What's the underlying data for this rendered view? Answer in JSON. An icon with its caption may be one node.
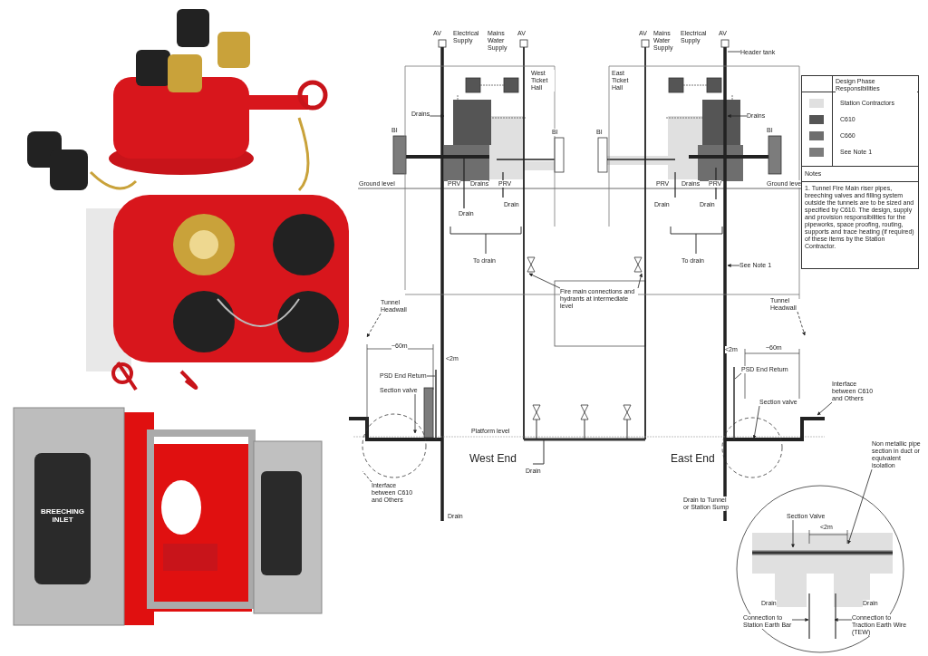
{
  "diagram": {
    "nodes": [
      {
        "text": [
          "Drains"
        ]
      },
      {
        "text": [
          "Drains"
        ]
      },
      {
        "text": [
          "Header tank"
        ]
      },
      {
        "text": [
          "See Note 1"
        ]
      },
      {
        "text": [
          "Fire main connections and hydrants at intermediate level"
        ]
      },
      {
        "text": [
          "Tunnel Headwall"
        ]
      },
      {
        "text": [
          "PSD End Return"
        ]
      },
      {
        "text": [
          "Section valve"
        ]
      },
      {
        "text": [
          "Interface between C610 and Others"
        ]
      },
      {
        "text": [
          "Tunnel Headwall"
        ]
      },
      {
        "text": [
          "PSD End Return"
        ]
      },
      {
        "text": [
          "Interface between C610 and Others"
        ]
      },
      {
        "text": [
          "Section valve"
        ]
      },
      {
        "text": [
          "Non metallic pipe section in duct or equivalent isolation"
        ]
      },
      {
        "text": [
          "Section Valve"
        ]
      },
      {
        "text": [
          "Connection to Station Earth Bar"
        ]
      },
      {
        "text": [
          "Connection to Traction Earth Wire (TEW)"
        ]
      },
      {
        "text": [
          "Design Phase Responsibilities",
          "Notes",
          "1. Tunnel Fire Main riser pipes, breeching valves and filling system outside the tunnels are to be sized and specified by C610. The design, supply and provision responsibilities for the pipeworks, space proofing, routing, supports and trace heating (if required) of these items by the Station Contractor."
        ]
      }
    ],
    "edges": [
      {
        "from": 0,
        "to": null,
        "arrow": "to"
      },
      {
        "from": 1,
        "to": null,
        "arrow": "to"
      },
      {
        "from": 2,
        "to": null,
        "arrow": "none"
      },
      {
        "from": 3,
        "to": null,
        "arrow": "to"
      },
      {
        "from": 4,
        "to": null,
        "arrow": "to"
      },
      {
        "from": 4,
        "to": null,
        "arrow": "to"
      },
      {
        "from": 5,
        "to": null,
        "arrow": "to",
        "style": "dashed"
      },
      {
        "from": 6,
        "to": null,
        "arrow": "none"
      },
      {
        "from": 7,
        "to": null,
        "arrow": "to"
      },
      {
        "from": 8,
        "to": null,
        "arrow": "none",
        "style": "dashed"
      },
      {
        "from": 9,
        "to": null,
        "arrow": "to",
        "style": "dashed"
      },
      {
        "from": 10,
        "to": null,
        "arrow": "none"
      },
      {
        "from": 11,
        "to": null,
        "arrow": "to"
      },
      {
        "from": 12,
        "to": null,
        "arrow": "to"
      },
      {
        "from": 13,
        "to": null,
        "arrow": "to"
      },
      {
        "from": 14,
        "to": null,
        "arrow": "to"
      },
      {
        "from": 15,
        "to": null,
        "arrow": "to"
      },
      {
        "from": 16,
        "to": null,
        "arrow": "to"
      }
    ],
    "labels": [
      "AV",
      "Electrical Supply",
      "Mains Water Supply",
      "AV",
      "AV",
      "Mains Water Supply",
      "Electrical Supply",
      "AV",
      "West Ticket Hall",
      "East Ticket Hall",
      "BI",
      "BI",
      "BI",
      "BI",
      "Ground level",
      "PRV",
      "Drains",
      "PRV",
      "Drain",
      "Drain",
      "PRV",
      "Drains",
      "PRV",
      "Ground level",
      "Drain",
      "Drain",
      "To drain",
      "To drain",
      "~60m",
      "<2m",
      "Platform level",
      "West End",
      "Drain",
      "Drain",
      "<2m",
      "~60m",
      "East End",
      "Drain to Tunnel or Station Sump",
      "<2m",
      "Drain",
      "Drain",
      "BREECHING INLET"
    ],
    "legend": [
      {
        "text": "Station Contractors",
        "color": "#e0e0e0"
      },
      {
        "text": "C610",
        "color": "#555555"
      },
      {
        "text": "C660",
        "color": "#6e6e6e"
      },
      {
        "text": "See Note 1",
        "color": "#7c7c7c"
      }
    ]
  }
}
